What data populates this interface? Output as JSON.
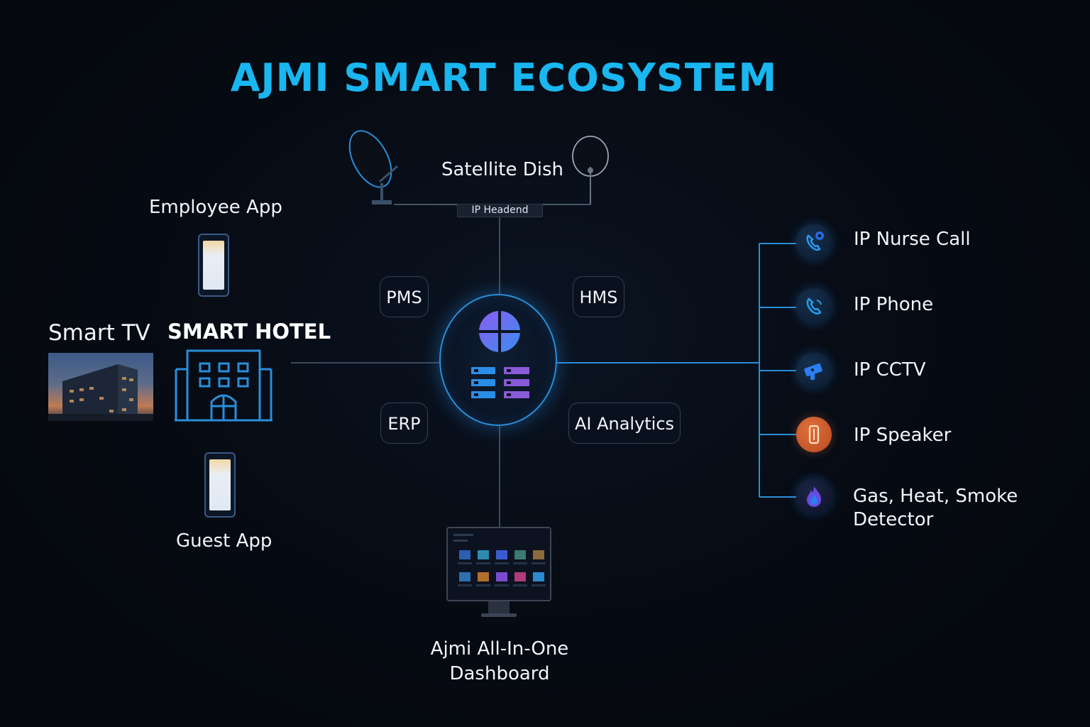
{
  "title": "AJMI SMART ECOSYSTEM",
  "colors": {
    "title": "#19b6f0",
    "connector": "#2a8ed8",
    "background": "#05080e"
  },
  "top": {
    "satellite_label": "Satellite Dish",
    "headend_label": "IP Headend"
  },
  "left": {
    "employee_app_label": "Employee App",
    "smart_tv_label": "Smart TV",
    "smart_hotel_label": "SMART HOTEL",
    "guest_app_label": "Guest App"
  },
  "modules": {
    "pms": "PMS",
    "hms": "HMS",
    "erp": "ERP",
    "ai_analytics": "AI Analytics"
  },
  "dashboard": {
    "label_line1": "Ajmi All-In-One",
    "label_line2": "Dashboard"
  },
  "devices": [
    {
      "label": "IP Nurse Call",
      "icon": "nurse-call-icon"
    },
    {
      "label": "IP Phone",
      "icon": "phone-icon"
    },
    {
      "label": "IP CCTV",
      "icon": "cctv-camera-icon"
    },
    {
      "label": "IP Speaker",
      "icon": "speaker-icon"
    },
    {
      "label_line1": "Gas, Heat, Smoke",
      "label_line2": "Detector",
      "icon": "flame-detector-icon"
    }
  ]
}
